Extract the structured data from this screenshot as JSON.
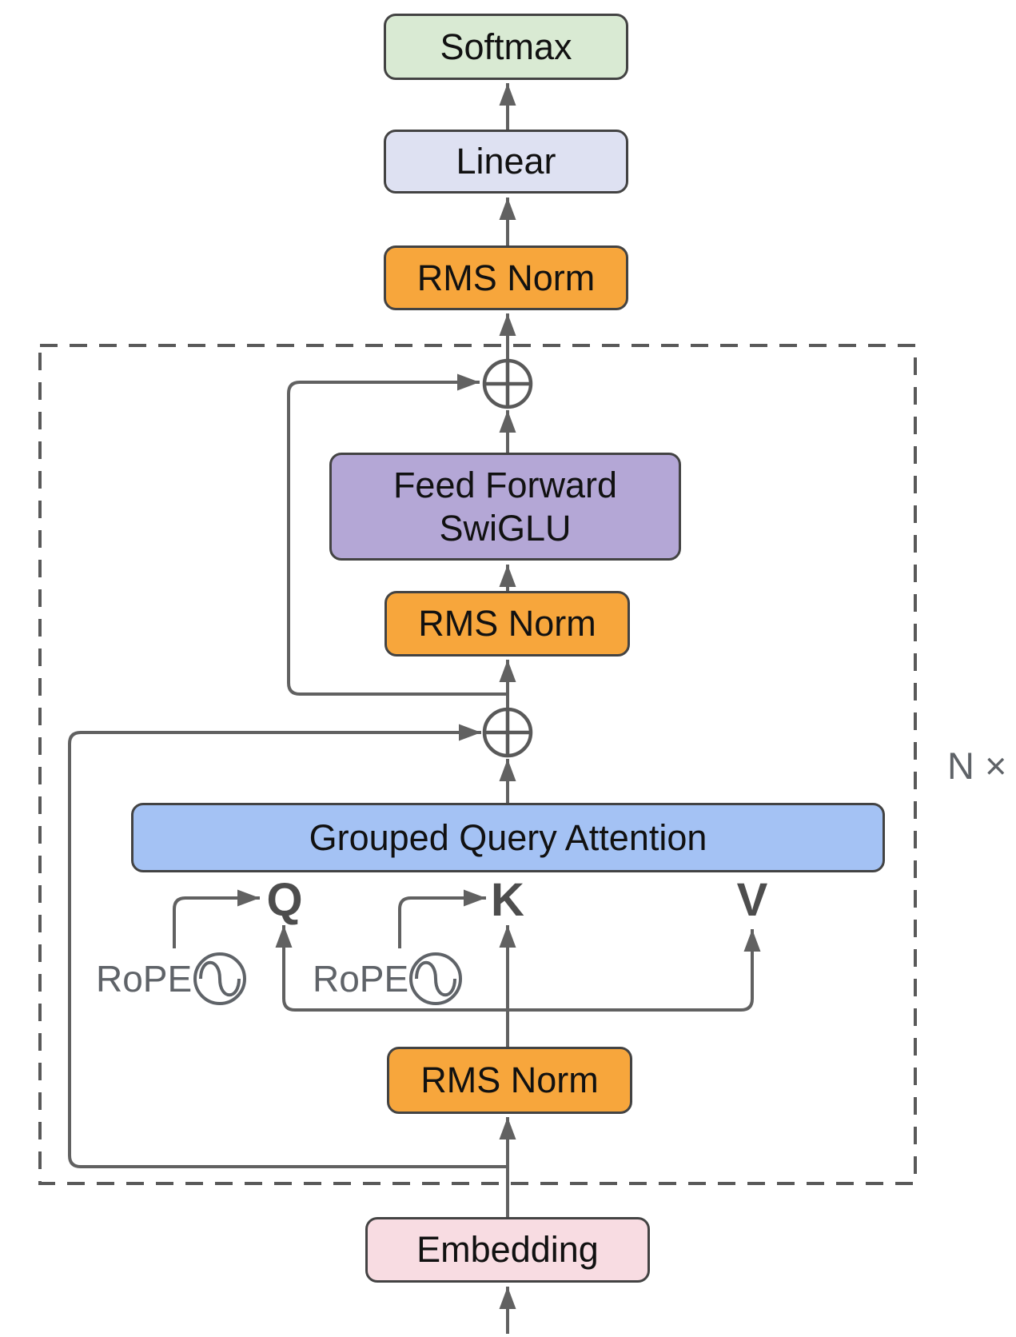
{
  "diagram": {
    "blocks": {
      "softmax": {
        "label": "Softmax",
        "color": "#d9ead3"
      },
      "linear": {
        "label": "Linear",
        "color": "#dee1f2"
      },
      "rms_norm_top": {
        "label": "RMS Norm",
        "color": "#f7a63c"
      },
      "feed_forward": {
        "label_line1": "Feed Forward",
        "label_line2": "SwiGLU",
        "color": "#b4a7d6"
      },
      "rms_norm_mid": {
        "label": "RMS Norm",
        "color": "#f7a63c"
      },
      "grouped_query_attention": {
        "label": "Grouped Query Attention",
        "color": "#a4c2f4"
      },
      "rms_norm_bottom": {
        "label": "RMS Norm",
        "color": "#f7a63c"
      },
      "embedding": {
        "label": "Embedding",
        "color": "#f8dce2"
      }
    },
    "ports": {
      "query": "Q",
      "key": "K",
      "value": "V"
    },
    "rope_query_label": "RoPE",
    "rope_key_label": "RoPE",
    "repeat_label": "N ×",
    "icons": {
      "add_junction": "circle-plus-icon",
      "rope": "sine-wave-icon"
    },
    "colors": {
      "line": "#616161",
      "border": "#434343",
      "dashed_border": "#595959",
      "label_text": "#111111",
      "muted_text": "#5f6368"
    }
  }
}
